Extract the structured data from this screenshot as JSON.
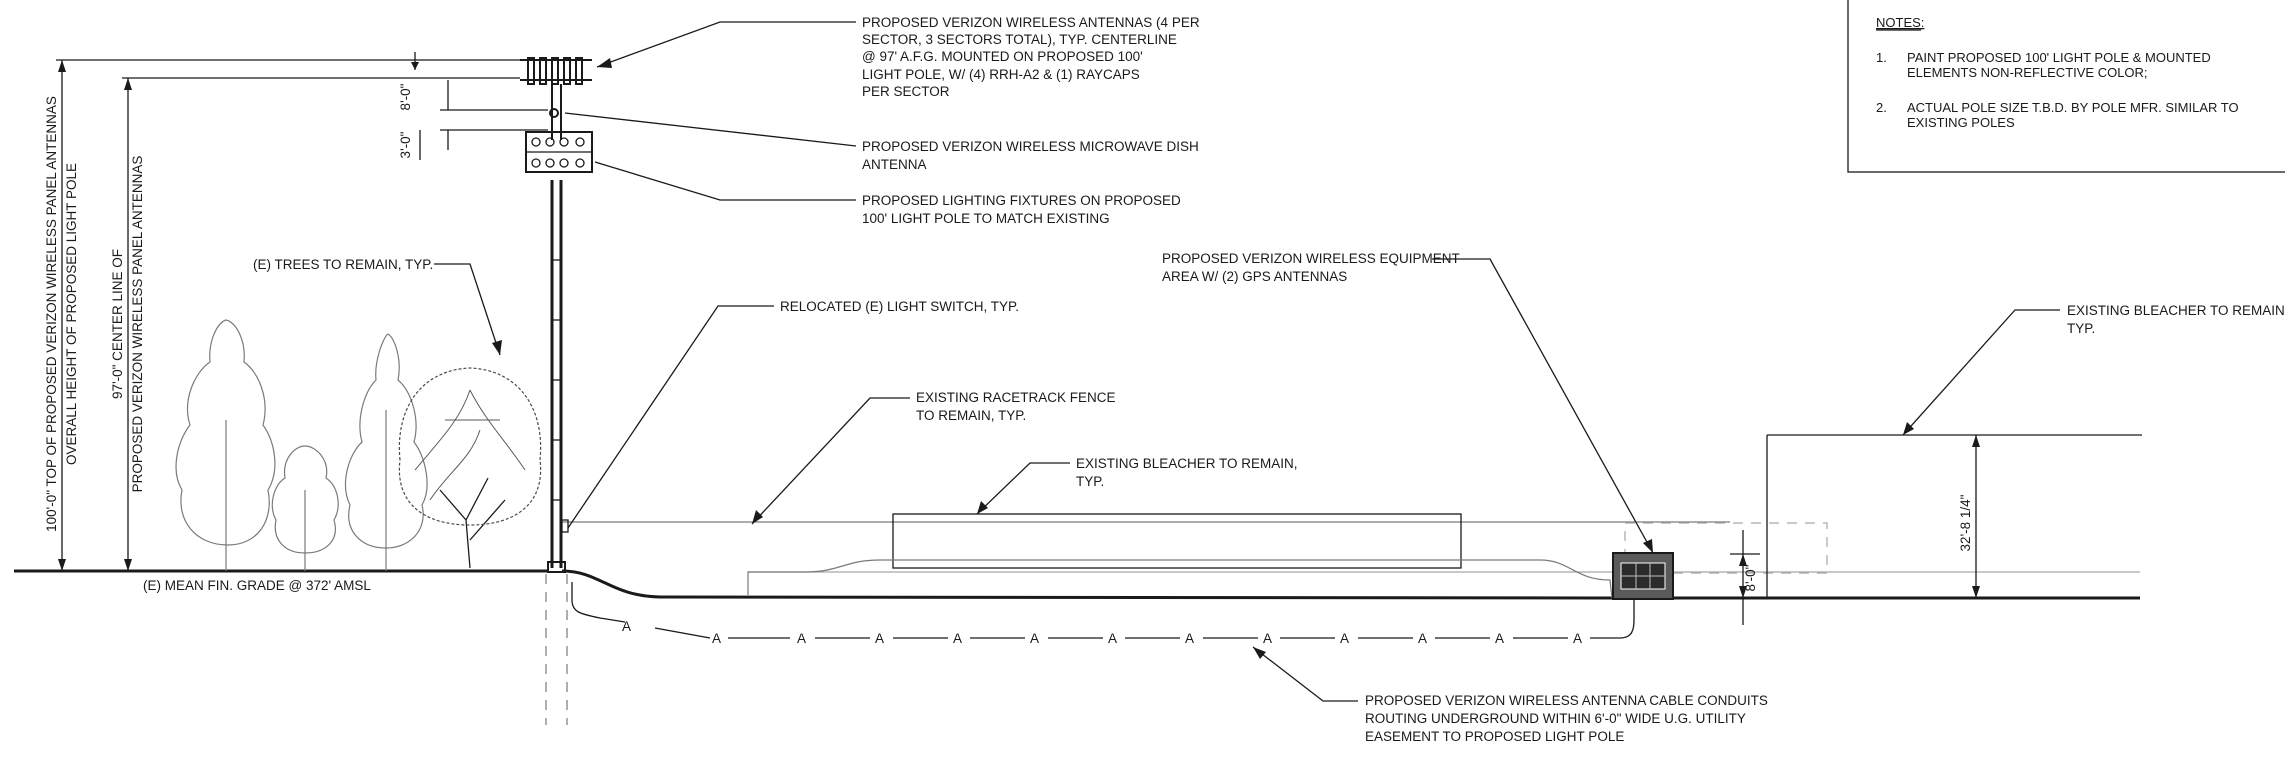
{
  "callouts": {
    "panel_antennas": [
      "PROPOSED VERIZON WIRELESS ANTENNAS (4 PER",
      "SECTOR, 3 SECTORS TOTAL), TYP. CENTERLINE",
      "@ 97' A.F.G. MOUNTED ON PROPOSED 100'",
      "LIGHT POLE, W/ (4) RRH-A2 & (1) RAYCAPS",
      "PER SECTOR"
    ],
    "microwave_dish": [
      "PROPOSED VERIZON WIRELESS MICROWAVE DISH",
      "ANTENNA"
    ],
    "lighting_fixtures": [
      "PROPOSED LIGHTING FIXTURES ON PROPOSED",
      "100' LIGHT POLE TO MATCH EXISTING"
    ],
    "trees": "(E) TREES TO REMAIN, TYP.",
    "light_switch": "RELOCATED (E) LIGHT SWITCH, TYP.",
    "racetrack_fence": [
      "EXISTING RACETRACK FENCE",
      "TO REMAIN, TYP."
    ],
    "bleacher_middle": [
      "EXISTING BLEACHER TO REMAIN,",
      "TYP."
    ],
    "equipment_area": [
      "PROPOSED VERIZON WIRELESS EQUIPMENT",
      "AREA W/ (2) GPS ANTENNAS"
    ],
    "bleacher_right": [
      "EXISTING BLEACHER TO REMAIN,",
      "TYP."
    ],
    "cable_conduits": [
      "PROPOSED VERIZON WIRELESS ANTENNA CABLE CONDUITS",
      "ROUTING UNDERGROUND WITHIN 6'-0\" WIDE U.G. UTILITY",
      "EASEMENT TO PROPOSED LIGHT POLE"
    ],
    "mean_grade": "(E) MEAN FIN. GRADE @ 372' AMSL"
  },
  "dimensions": {
    "overall_top": [
      "100'-0\" TOP OF PROPOSED VERIZON WIRELESS PANEL ANTENNAS",
      "OVERALL HEIGHT OF PROPOSED LIGHT POLE"
    ],
    "center_line": [
      "97'-0\" CENTER LINE OF",
      "PROPOSED VERIZON WIRELESS PANEL ANTENNAS"
    ],
    "spacing_8": "8'-0\"",
    "spacing_3": "3'-0\"",
    "equipment_height": "8'-0\"",
    "bleacher_height": "32'-8 1/4\""
  },
  "conduit_marker": "A",
  "notes": {
    "title": "NOTES:",
    "items": [
      {
        "num": "1.",
        "lines": [
          "PAINT PROPOSED 100' LIGHT POLE & MOUNTED",
          "ELEMENTS NON-REFLECTIVE COLOR;"
        ]
      },
      {
        "num": "2.",
        "lines": [
          "ACTUAL POLE SIZE T.B.D. BY POLE MFR. SIMILAR TO",
          "EXISTING POLES"
        ]
      }
    ]
  }
}
